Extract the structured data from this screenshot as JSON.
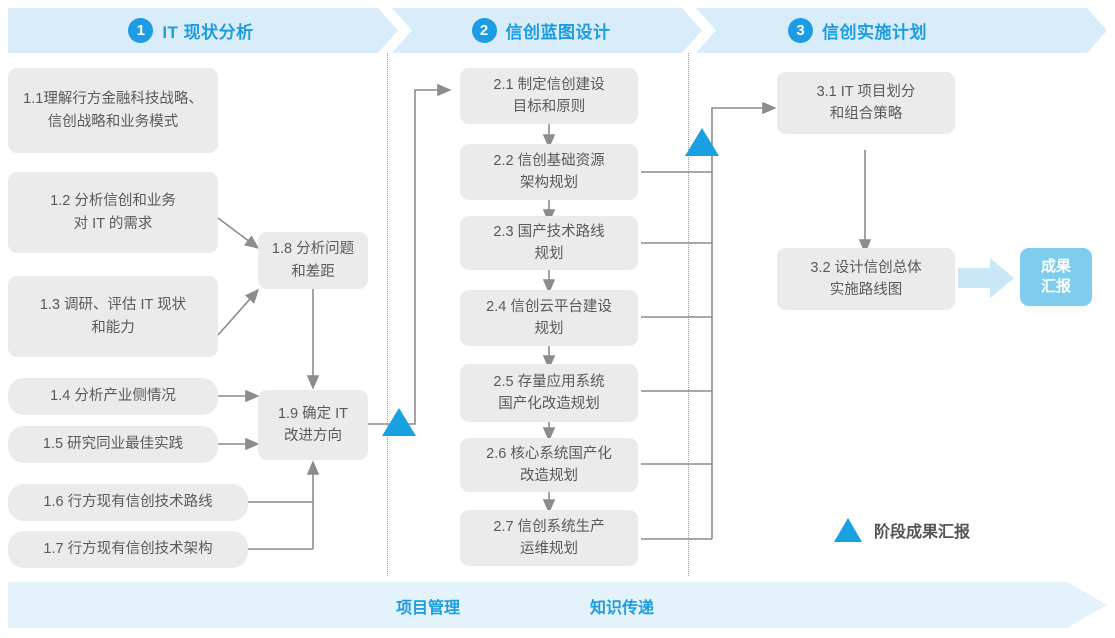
{
  "phases": [
    {
      "num": "1",
      "title": "IT 现状分析"
    },
    {
      "num": "2",
      "title": "信创蓝图设计"
    },
    {
      "num": "3",
      "title": "信创实施计划"
    }
  ],
  "boxes": {
    "b11": "1.1理解行方金融科技战略、\n信创战略和业务模式",
    "b12": "1.2 分析信创和业务\n对 IT 的需求",
    "b13": "1.3 调研、评估 IT 现状\n和能力",
    "b14": "1.4 分析产业侧情况",
    "b15": "1.5 研究同业最佳实践",
    "b16": "1.6 行方现有信创技术路线",
    "b17": "1.7 行方现有信创技术架构",
    "b18": "1.8 分析问题\n和差距",
    "b19": "1.9 确定 IT\n改进方向",
    "b21": "2.1 制定信创建设\n目标和原则",
    "b22": "2.2 信创基础资源\n架构规划",
    "b23": "2.3 国产技术路线\n规划",
    "b24": "2.4 信创云平台建设\n规划",
    "b25": "2.5 存量应用系统\n国产化改造规划",
    "b26": "2.6 核心系统国产化\n改造规划",
    "b27": "2.7 信创系统生产\n运维规划",
    "b31": "3.1 IT 项目划分\n和组合策略",
    "b32": "3.2 设计信创总体\n实施路线图"
  },
  "result_chip": "成果\n汇报",
  "legend": {
    "label": "阶段成果汇报",
    "icon": "triangle-up-icon"
  },
  "bottom_band": {
    "labels": [
      "项目管理",
      "知识传递"
    ]
  },
  "colors": {
    "accent": "#1b9ce3",
    "band": "#d9ecfa",
    "band_bottom": "#e4f3fb",
    "box_fill": "#ebebeb",
    "box_text": "#5a5a5a",
    "chip_fill": "#7fcdee",
    "milestone": "#18a0e0",
    "wire": "#8c8c8c",
    "dotted": "#54b5e8"
  }
}
